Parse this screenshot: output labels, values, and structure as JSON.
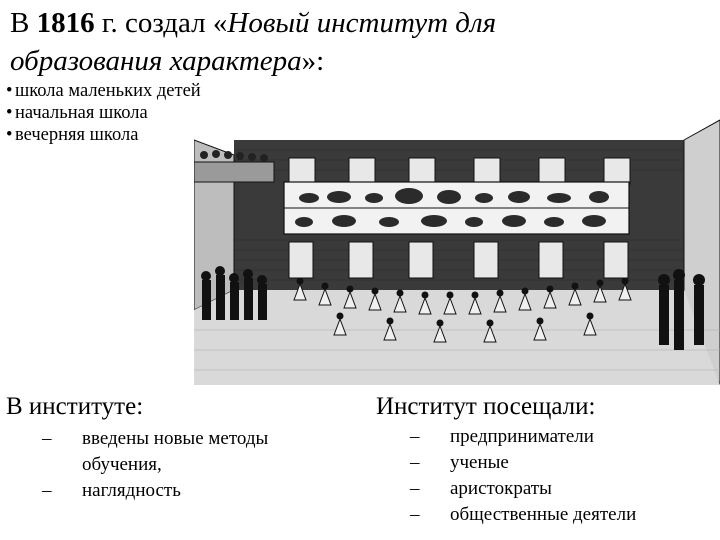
{
  "title": {
    "prefix": "В ",
    "year": "1816",
    "middle": " г. создал «",
    "italic_part": "Новый институт для образования характера",
    "suffix": "»:"
  },
  "bullets": [
    "школа маленьких детей",
    "начальная школа",
    "вечерняя школа"
  ],
  "left_column": {
    "heading": "В институте:",
    "items": [
      "введены новые методы обучения,",
      "наглядность"
    ]
  },
  "right_column": {
    "heading": "Институт посещали:",
    "items": [
      "предприниматели",
      "ученые",
      "аристократы",
      "общественные деятели"
    ]
  },
  "list_dash": "–",
  "illustration": {
    "subject": "engraving of a school hall with dancing children, animal pictures on the walls and spectators",
    "colors": {
      "wall": "#3a3a3a",
      "floor": "#d9d9d9",
      "ink": "#111111"
    }
  }
}
